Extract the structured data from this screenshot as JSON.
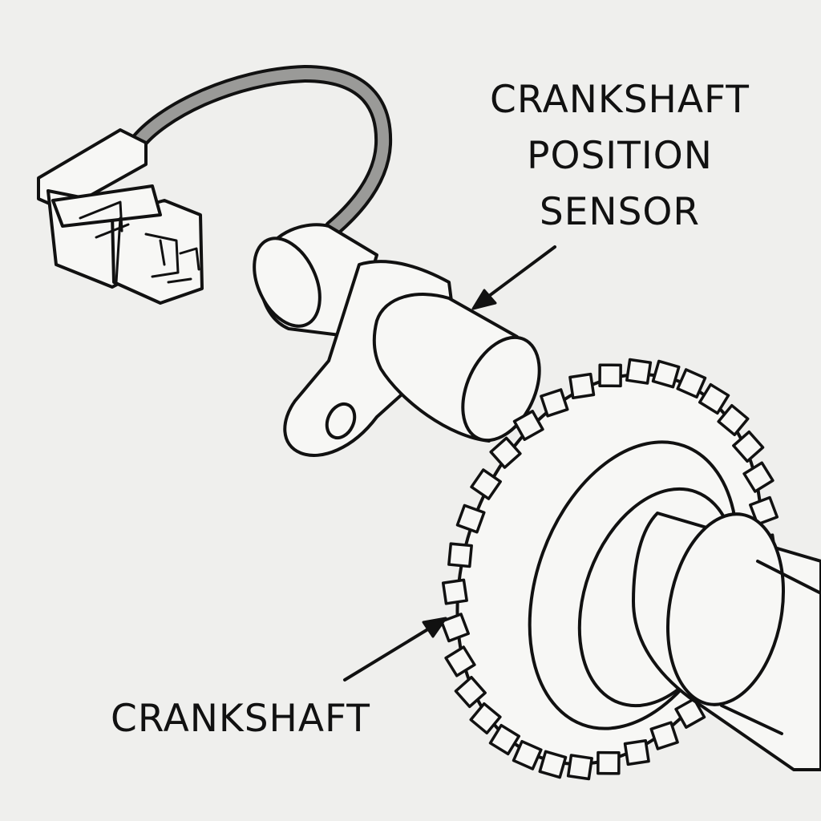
{
  "labels": {
    "sensor_line_1": "CRANKSHAFT",
    "sensor_line_2": "POSITION",
    "sensor_line_3": "SENSOR",
    "crankshaft": "CRANKSHAFT"
  },
  "colors": {
    "background": "#efefed",
    "ink": "#111111",
    "cable": "#9a9a98"
  }
}
